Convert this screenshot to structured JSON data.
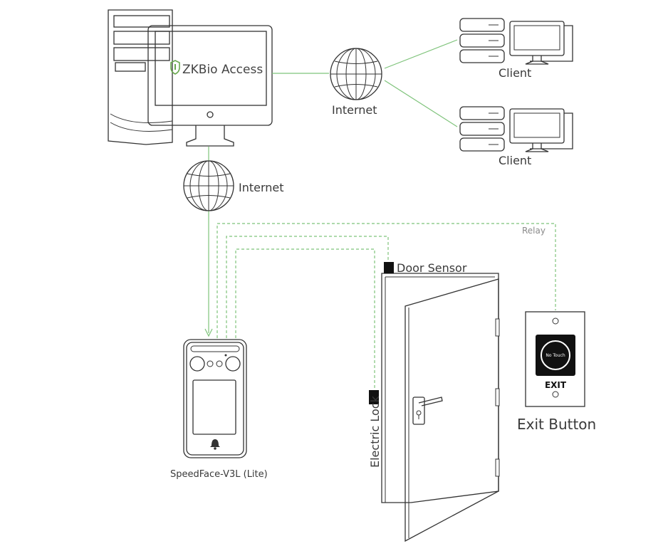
{
  "brand": {
    "logo_text": "ZKBio Access"
  },
  "labels": {
    "internet_top": "Internet",
    "internet_left": "Internet",
    "client_1": "Client",
    "client_2": "Client",
    "relay": "Relay",
    "door_sensor": "Door Sensor",
    "electric_lock": "Electric Lock",
    "device": "SpeedFace-V3L (Lite)",
    "exit_button": "Exit Button",
    "exit_button_text": "EXIT",
    "no_touch": "No Touch"
  },
  "colors": {
    "wire": "#7ec37a",
    "line": "#333333",
    "logo": "#6aa84f"
  }
}
